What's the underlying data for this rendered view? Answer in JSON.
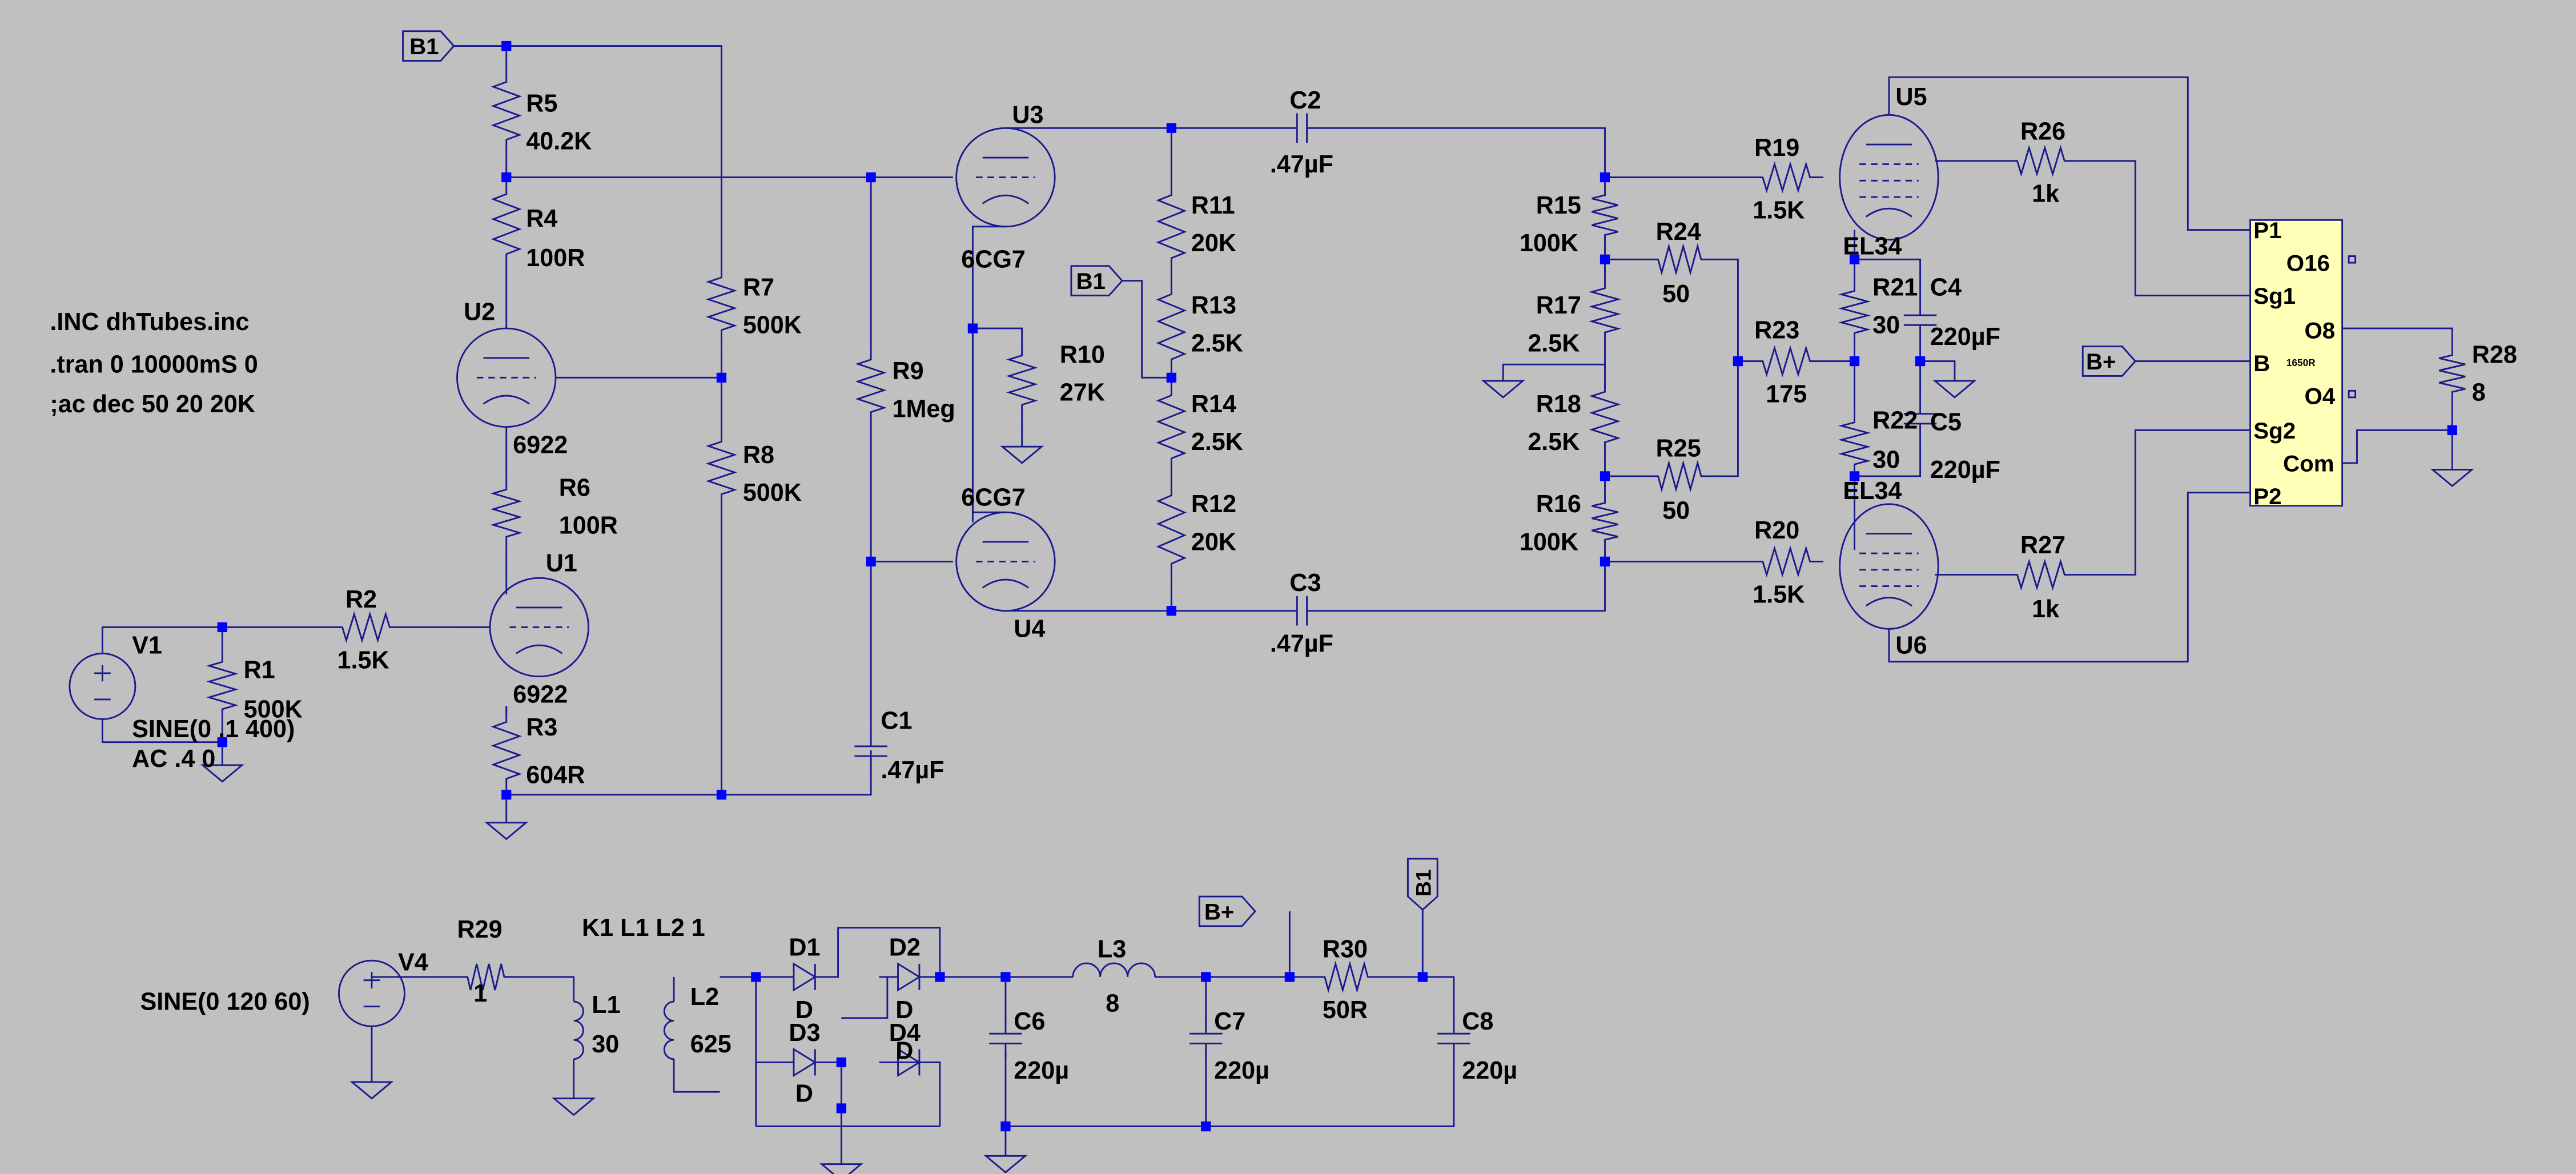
{
  "colors": {
    "background": "#c0c0c0",
    "wire": "#1a1a8f",
    "node": "#0000ff",
    "text": "#000000",
    "transformer_fill": "#ffffb8"
  },
  "directives": [
    ".INC dhTubes.inc",
    ".tran 0 10000mS 0",
    ";ac dec 50 20 20K"
  ],
  "net_labels": {
    "b1": "B1",
    "bplus": "B+"
  },
  "resistors": [
    {
      "id": "r5",
      "name": "R5",
      "value": "40.2K"
    },
    {
      "id": "r4",
      "name": "R4",
      "value": "100R"
    },
    {
      "id": "r6",
      "name": "R6",
      "value": "100R"
    },
    {
      "id": "r3",
      "name": "R3",
      "value": "604R"
    },
    {
      "id": "r7",
      "name": "R7",
      "value": "500K"
    },
    {
      "id": "r8",
      "name": "R8",
      "value": "500K"
    },
    {
      "id": "r9",
      "name": "R9",
      "value": "1Meg"
    },
    {
      "id": "r1",
      "name": "R1",
      "value": "500K"
    },
    {
      "id": "r2",
      "name": "R2",
      "value": "1.5K"
    },
    {
      "id": "r10",
      "name": "R10",
      "value": "27K"
    },
    {
      "id": "r11",
      "name": "R11",
      "value": "20K"
    },
    {
      "id": "r13",
      "name": "R13",
      "value": "2.5K"
    },
    {
      "id": "r14",
      "name": "R14",
      "value": "2.5K"
    },
    {
      "id": "r12",
      "name": "R12",
      "value": "20K"
    },
    {
      "id": "r15",
      "name": "R15",
      "value": "100K"
    },
    {
      "id": "r17",
      "name": "R17",
      "value": "2.5K"
    },
    {
      "id": "r18",
      "name": "R18",
      "value": "2.5K"
    },
    {
      "id": "r16",
      "name": "R16",
      "value": "100K"
    },
    {
      "id": "r24",
      "name": "R24",
      "value": "50"
    },
    {
      "id": "r25",
      "name": "R25",
      "value": "50"
    },
    {
      "id": "r23",
      "name": "R23",
      "value": "175"
    },
    {
      "id": "r19",
      "name": "R19",
      "value": "1.5K"
    },
    {
      "id": "r20",
      "name": "R20",
      "value": "1.5K"
    },
    {
      "id": "r21",
      "name": "R21",
      "value": "30"
    },
    {
      "id": "r22",
      "name": "R22",
      "value": "30"
    },
    {
      "id": "r26",
      "name": "R26",
      "value": "1k"
    },
    {
      "id": "r27",
      "name": "R27",
      "value": "1k"
    },
    {
      "id": "r28",
      "name": "R28",
      "value": "8"
    },
    {
      "id": "r29",
      "name": "R29",
      "value": "1"
    },
    {
      "id": "r30",
      "name": "R30",
      "value": "50R"
    }
  ],
  "capacitors": [
    {
      "id": "c1",
      "name": "C1",
      "value": ".47µF"
    },
    {
      "id": "c2",
      "name": "C2",
      "value": ".47µF"
    },
    {
      "id": "c3",
      "name": "C3",
      "value": ".47µF"
    },
    {
      "id": "c4",
      "name": "C4",
      "value": "220µF"
    },
    {
      "id": "c5",
      "name": "C5",
      "value": "220µF"
    },
    {
      "id": "c6",
      "name": "C6",
      "value": "220µ"
    },
    {
      "id": "c7",
      "name": "C7",
      "value": "220µ"
    },
    {
      "id": "c8",
      "name": "C8",
      "value": "220µ"
    }
  ],
  "tubes": [
    {
      "id": "u1",
      "name": "U1",
      "model": "6922"
    },
    {
      "id": "u2",
      "name": "U2",
      "model": "6922"
    },
    {
      "id": "u3",
      "name": "U3",
      "model": "6CG7"
    },
    {
      "id": "u4",
      "name": "U4",
      "model": "6CG7"
    },
    {
      "id": "u5",
      "name": "U5",
      "model": "EL34"
    },
    {
      "id": "u6",
      "name": "U6",
      "model": "EL34"
    }
  ],
  "sources": [
    {
      "id": "v1",
      "name": "V1",
      "line1": "SINE(0 .1 400)",
      "line2": "AC .4 0"
    },
    {
      "id": "v4",
      "name": "V4",
      "line1": "SINE(0 120 60)"
    }
  ],
  "inductors": [
    {
      "id": "l1",
      "name": "L1",
      "value": "30"
    },
    {
      "id": "l2",
      "name": "L2",
      "value": "625"
    },
    {
      "id": "l3",
      "name": "L3",
      "value": "8"
    }
  ],
  "coupling": "K1 L1 L2 1",
  "diodes": [
    {
      "id": "d1",
      "name": "D1",
      "model": "D"
    },
    {
      "id": "d2",
      "name": "D2",
      "model": "D"
    },
    {
      "id": "d3",
      "name": "D3",
      "model": "D"
    },
    {
      "id": "d4",
      "name": "D4",
      "model": "D"
    }
  ],
  "transformer": {
    "model": "1650R",
    "pins": {
      "p1": "P1",
      "sg1": "Sg1",
      "b": "B",
      "sg2": "Sg2",
      "p2": "P2",
      "o16": "O16",
      "o8": "O8",
      "o4": "O4",
      "com": "Com"
    }
  }
}
